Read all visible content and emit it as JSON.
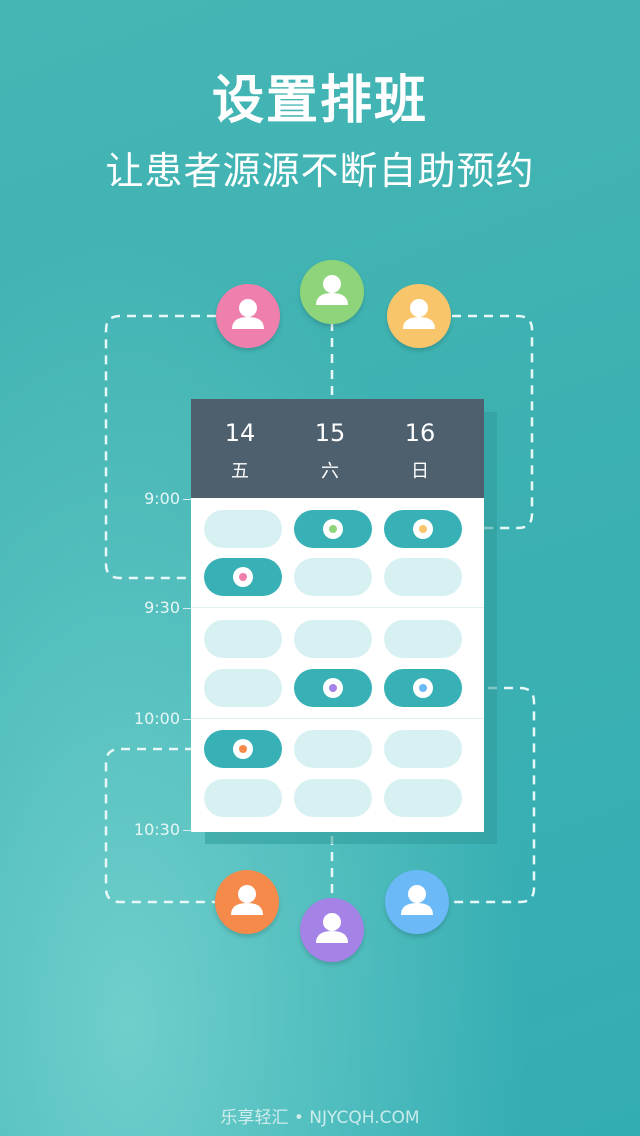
{
  "headline": {
    "title": "设置排班",
    "subtitle": "让患者源源不断自助预约"
  },
  "calendar": {
    "days": [
      {
        "date": "14",
        "weekday": "五"
      },
      {
        "date": "15",
        "weekday": "六"
      },
      {
        "date": "16",
        "weekday": "日"
      }
    ],
    "times": [
      "9:00",
      "9:30",
      "10:00",
      "10:30"
    ],
    "booked_slots": [
      {
        "day": "15",
        "row": 1,
        "patient_color": "#8ed47b"
      },
      {
        "day": "16",
        "row": 1,
        "patient_color": "#f9c56b"
      },
      {
        "day": "14",
        "row": 2,
        "patient_color": "#ef7fac"
      },
      {
        "day": "15",
        "row": 4,
        "patient_color": "#a582e6"
      },
      {
        "day": "16",
        "row": 4,
        "patient_color": "#6bb9f6"
      },
      {
        "day": "14",
        "row": 5,
        "patient_color": "#f58a4b"
      }
    ]
  },
  "avatars": [
    {
      "name": "pink-patient",
      "color": "#ef7fac",
      "icon": "user-icon"
    },
    {
      "name": "green-patient",
      "color": "#8ed47b",
      "icon": "user-icon"
    },
    {
      "name": "yellow-patient",
      "color": "#f9c56b",
      "icon": "user-icon"
    },
    {
      "name": "orange-patient",
      "color": "#f58a4b",
      "icon": "user-icon"
    },
    {
      "name": "purple-patient",
      "color": "#a582e6",
      "icon": "user-icon"
    },
    {
      "name": "blue-patient",
      "color": "#6bb9f6",
      "icon": "user-icon"
    }
  ],
  "footer": {
    "watermark": "乐享轻汇 • NJYCQH.COM"
  }
}
